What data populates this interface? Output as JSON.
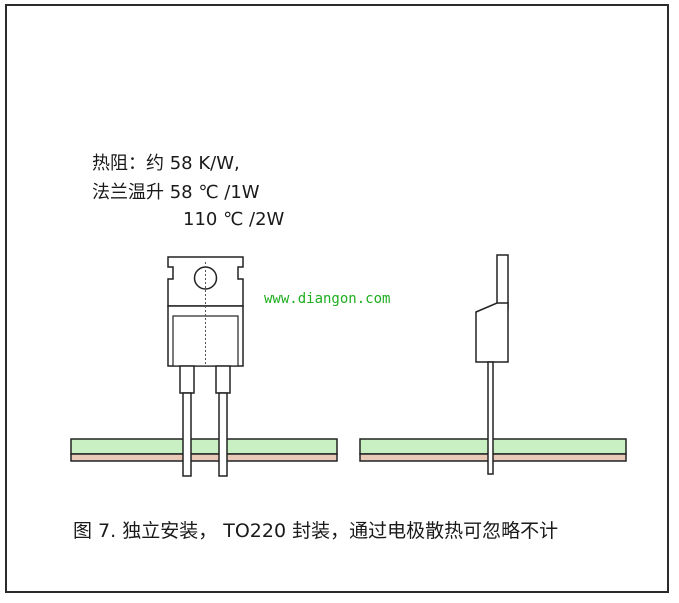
{
  "annotation": {
    "line1": "热阻：约 58 K/W,",
    "line2": "法兰温升 58 ℃ /1W",
    "line3": "110 ℃ /2W"
  },
  "watermark": "www.diangon.com",
  "caption": "图 7. 独立安装， TO220 封装，通过电极散热可忽略不计",
  "colors": {
    "pcb_top": "#c9f0c2",
    "pcb_bottom": "#e9c9b8",
    "outline": "#222222",
    "watermark": "#1fae1f"
  }
}
